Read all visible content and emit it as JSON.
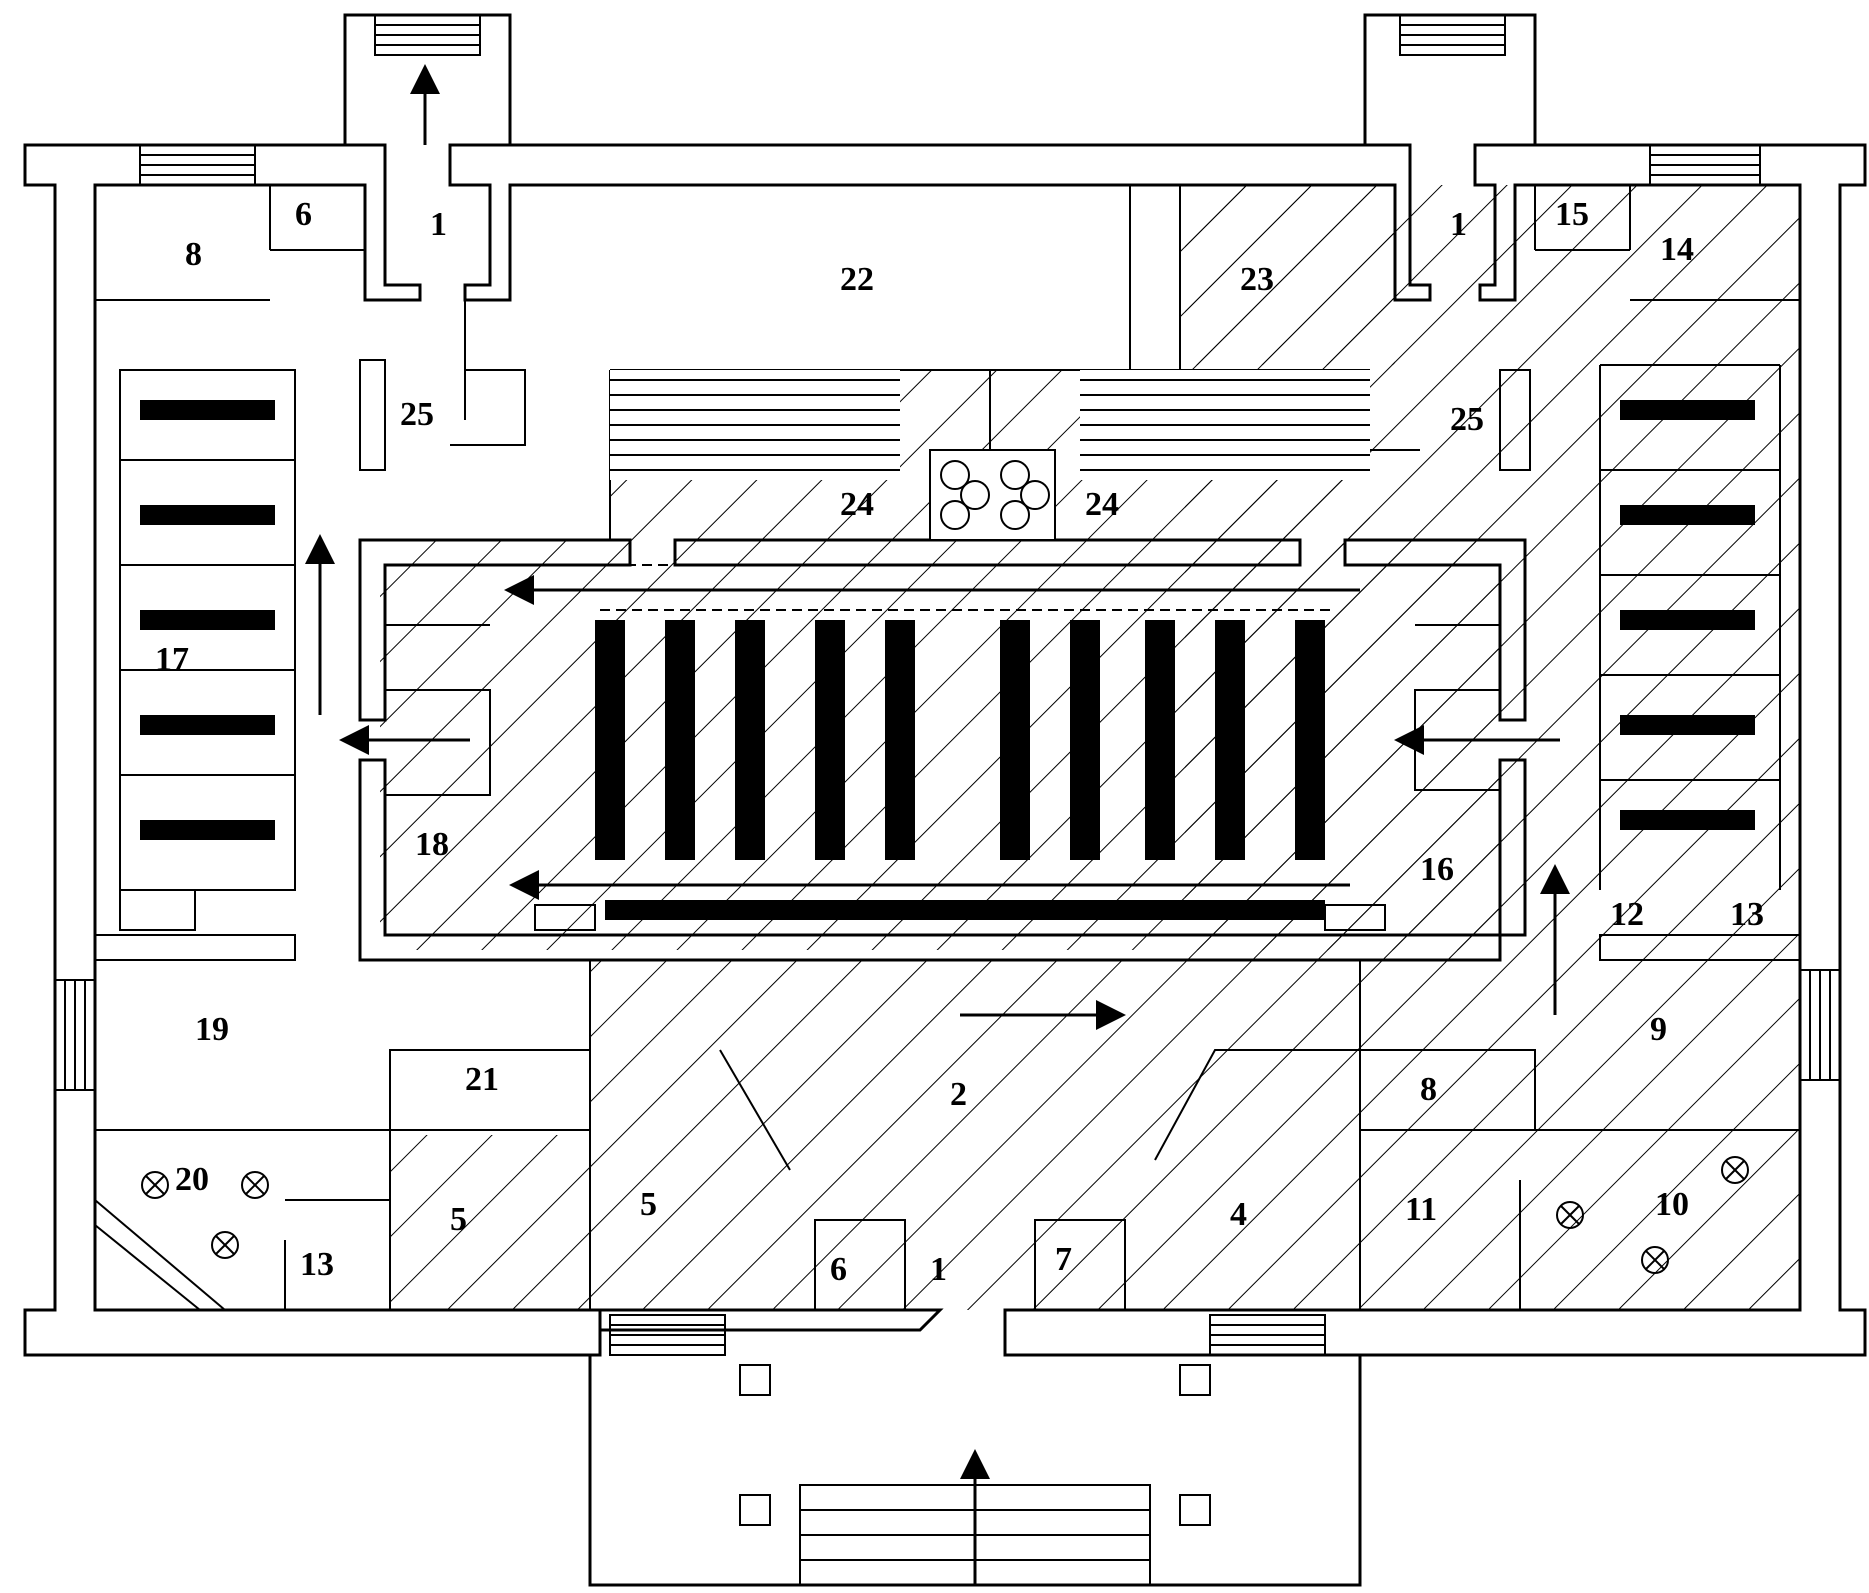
{
  "diagram": {
    "labels": {
      "exit_top_left": "1",
      "exit_top_right": "1",
      "entry_bottom": "1",
      "hall": "2",
      "room4": "4",
      "room5a": "5",
      "room5b": "5",
      "room6_top": "6",
      "room6_bottom": "6",
      "room7": "7",
      "room8_top": "8",
      "room8_bottom": "8",
      "room9": "9",
      "room10": "10",
      "room11": "11",
      "room12": "12",
      "room13_left": "13",
      "room13_right": "13",
      "room14": "14",
      "room15": "15",
      "room16": "16",
      "room17": "17",
      "room18": "18",
      "room19": "19",
      "room20": "20",
      "room21": "21",
      "room22": "22",
      "room23": "23",
      "room24a": "24",
      "room24b": "24",
      "room25a": "25",
      "room25b": "25"
    },
    "colors": {
      "line": "#000000",
      "background": "#ffffff"
    }
  }
}
